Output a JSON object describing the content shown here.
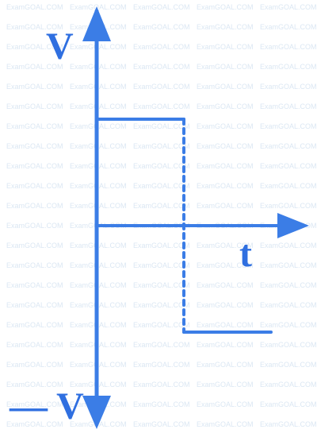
{
  "watermark": {
    "text": "ExamGOAL.COM",
    "color": "#dbe7f3"
  },
  "colors": {
    "line": "#3b7de6",
    "label": "#2f6fe0"
  },
  "chart_data": {
    "type": "line",
    "xlabel": "t",
    "ylabel_top": "V",
    "ylabel_bottom": "— V",
    "series": [
      {
        "x": [
          0,
          1
        ],
        "y": [
          1,
          1
        ]
      },
      {
        "x": [
          1,
          2
        ],
        "y": [
          -1,
          -1
        ]
      }
    ],
    "transition": {
      "x": 1,
      "from": 1,
      "to": -1,
      "style": "dotted"
    },
    "x_range": [
      0,
      2
    ],
    "y_range": [
      -1,
      1
    ]
  }
}
